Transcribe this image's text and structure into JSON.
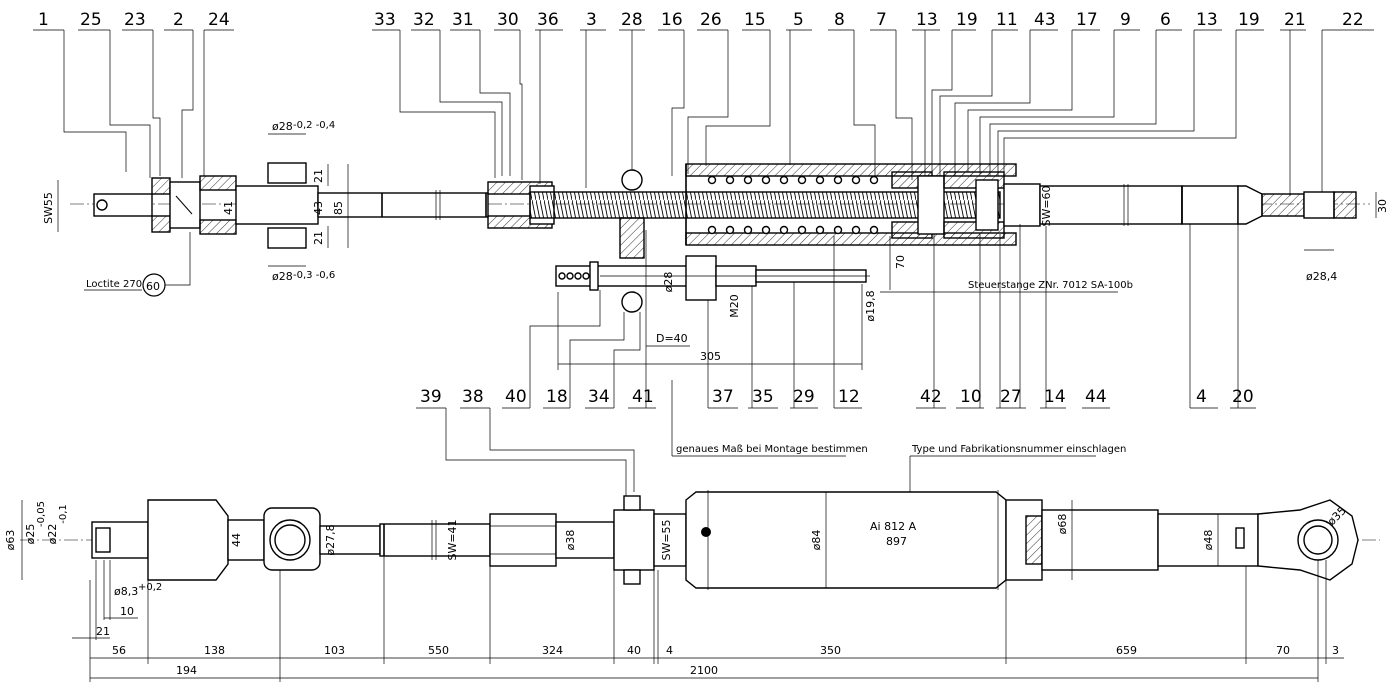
{
  "balloons_top": [
    "1",
    "25",
    "23",
    "2",
    "24",
    "33",
    "32",
    "31",
    "30",
    "36",
    "3",
    "28",
    "16",
    "26",
    "15",
    "5",
    "8",
    "7",
    "13",
    "19",
    "11",
    "43",
    "17",
    "9",
    "6",
    "13",
    "19",
    "21",
    "22"
  ],
  "balloons_mid": [
    "40",
    "18",
    "34",
    "41",
    "37",
    "35",
    "29",
    "12",
    "42",
    "10",
    "27",
    "14",
    "44",
    "4",
    "20"
  ],
  "balloons_bottom": [
    "39",
    "38"
  ],
  "balloon_60": "60",
  "notes": {
    "loctite": "Loctite 270",
    "steuerstange": "Steuerstange ZNr. 7012 SA-100b",
    "genaues": "genaues Maß bei Montage bestimmen",
    "type": "Type und Fabrikationsnummer einschlagen",
    "marking_line1": "Ai 812 A",
    "marking_line2": "897"
  },
  "dims_top": {
    "sw55": "SW55",
    "d41": "41",
    "d43": "43",
    "d85": "85",
    "d21a": "21",
    "d21b": "21",
    "dia28_top": "ø28",
    "dia28_top_tol": "-0,2 -0,4",
    "dia28_bot": "ø28",
    "dia28_bot_tol": "-0,3 -0,6",
    "dia28_mid": "ø28",
    "m20": "M20",
    "dia19_8": "ø19,8",
    "d70": "70",
    "d40": "D=40",
    "d305": "305",
    "sw60": "SW=60",
    "dia28_4": "ø28,4",
    "d30": "30"
  },
  "dims_bottom": {
    "dia63": "ø63",
    "dia25": "ø25",
    "tol25": "-0,05",
    "dia22": "ø22",
    "tol22": "-0,1",
    "d44": "44",
    "dia27_8": "ø27,8",
    "sw41": "SW=41",
    "dia38": "ø38",
    "sw55": "SW=55",
    "dia84": "ø84",
    "dia68": "ø68",
    "dia48": "ø48",
    "dia35": "ø35",
    "dia8_3": "ø8,3",
    "tol8_3": "+0,2",
    "d10": "10",
    "d21": "21",
    "chain": [
      "56",
      "138",
      "103",
      "550",
      "324",
      "40",
      "4",
      "350",
      "659",
      "70",
      "3"
    ],
    "d194": "194",
    "d2100": "2100"
  }
}
